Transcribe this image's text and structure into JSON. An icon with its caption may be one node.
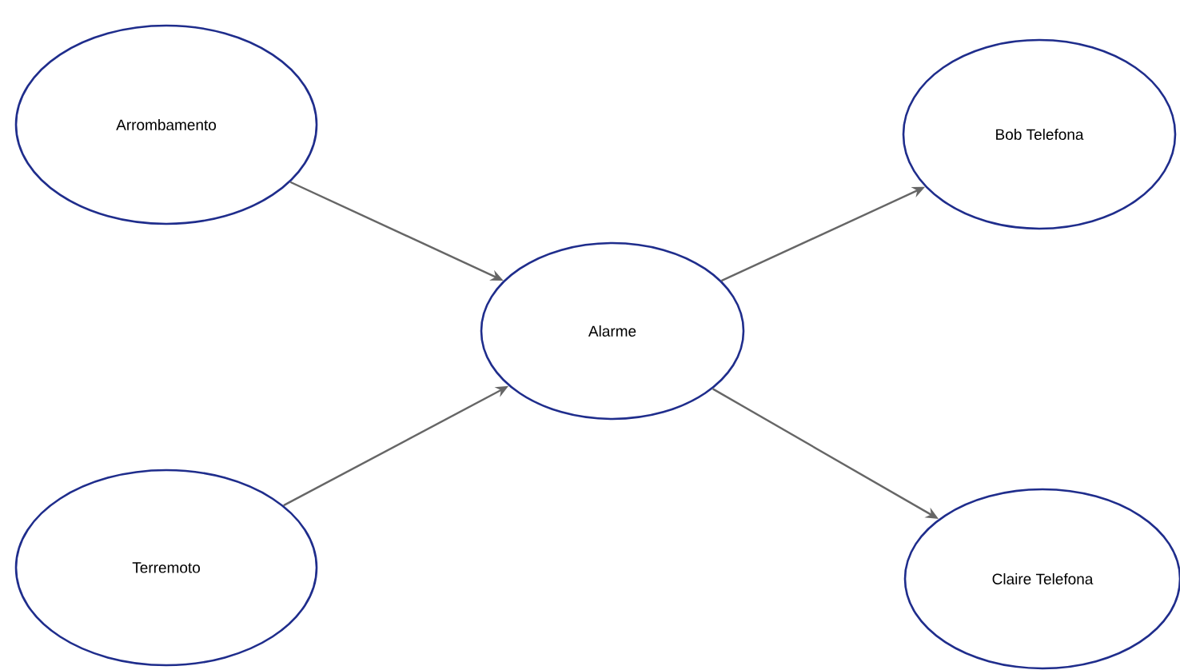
{
  "diagram": {
    "nodes": [
      {
        "text": [
          "Arrombamento"
        ]
      },
      {
        "text": [
          "Terremoto"
        ]
      },
      {
        "text": [
          "Alarme"
        ]
      },
      {
        "text": [
          "Bob Telefona"
        ]
      },
      {
        "text": [
          "Claire Telefona"
        ]
      }
    ],
    "edges": [
      {
        "from": 0,
        "to": 2,
        "arrow": "to"
      },
      {
        "from": 1,
        "to": 2,
        "arrow": "to"
      },
      {
        "from": 2,
        "to": 3,
        "arrow": "to"
      },
      {
        "from": 2,
        "to": 4,
        "arrow": "to"
      }
    ]
  }
}
